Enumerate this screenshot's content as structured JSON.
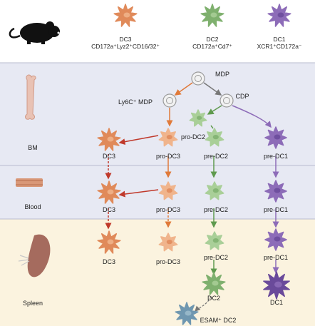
{
  "header": {
    "dc3": {
      "name": "DC3",
      "markers": "CD172a⁺Lyz2⁺CD16/32⁺"
    },
    "dc2": {
      "name": "DC2",
      "markers": "CD172a⁺Cd7⁺"
    },
    "dc1": {
      "name": "DC1",
      "markers": "XCR1⁺CD172a⁻"
    }
  },
  "sections": {
    "bm": "BM",
    "blood": "Blood",
    "spleen": "Spleen"
  },
  "labels": {
    "mdp": "MDP",
    "ly6c_mdp": "Ly6C⁺ MDP",
    "cdp": "CDP",
    "pro_dc2": "pro-DC2",
    "bm_dc3": "DC3",
    "bm_pro_dc3": "pro-DC3",
    "bm_pre_dc2": "pre-DC2",
    "bm_pre_dc1": "pre-DC1",
    "blood_dc3": "DC3",
    "blood_pro_dc3": "pro-DC3",
    "blood_pre_dc2": "pre-DC2",
    "blood_pre_dc1": "pre-DC1",
    "spleen_dc3": "DC3",
    "spleen_pro_dc3": "pro-DC3",
    "spleen_pre_dc2": "pre-DC2",
    "spleen_pre_dc1": "pre-DC1",
    "spleen_dc2": "DC2",
    "spleen_dc1": "DC1",
    "esam_dc2": "ESAM⁺ DC2"
  },
  "colors": {
    "dc3": "#e08a5a",
    "dc3_light": "#f0b48c",
    "dc2": "#7fb06e",
    "dc2_light": "#a9cf98",
    "dc1": "#8d6cb8",
    "dc1_dark": "#6a4a9a",
    "esam": "#6f97b0",
    "arrow_red": "#c0392b",
    "arrow_orange": "#e07a3a",
    "arrow_green": "#5f9a4e",
    "arrow_purple": "#8d6cb8",
    "band_bm": "#e6e8f2",
    "band_blood": "#e6e8f2",
    "band_spleen": "#fbf3df"
  }
}
